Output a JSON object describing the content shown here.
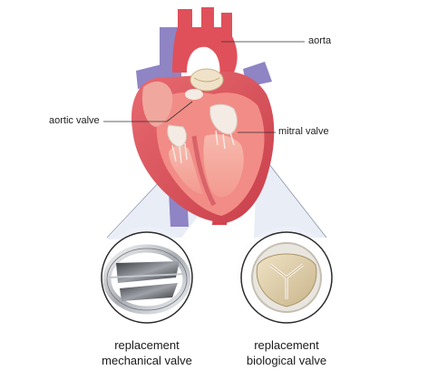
{
  "labels": {
    "aorta": "aorta",
    "aortic_valve": "aortic valve",
    "mitral_valve": "mitral valve"
  },
  "captions": {
    "mechanical": [
      "replacement",
      "mechanical valve"
    ],
    "biological": [
      "replacement",
      "biological valve"
    ]
  },
  "colors": {
    "heart_outer": "#e0505a",
    "heart_muscle": "#f28c86",
    "heart_cavity": "#f6b0a6",
    "vein_purple": "#8f84c4",
    "valve_cream": "#f0e2c8",
    "leader_line": "#333333",
    "ring_silver": "#b8bcc2"
  }
}
